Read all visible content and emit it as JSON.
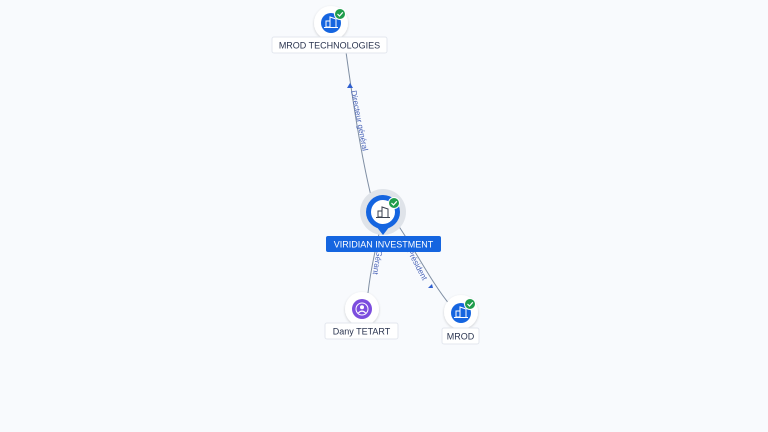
{
  "colors": {
    "primary": "#1565e0",
    "verified": "#1f9d4c",
    "person": "#7c4dde",
    "edge": "#7f8ea3",
    "edge_label": "#4a64b8"
  },
  "nodes": {
    "mrod_technologies": {
      "label": "MROD TECHNOLOGIES",
      "icon": "company-icon",
      "verified": true
    },
    "viridian": {
      "label": "VIRIDIAN INVESTMENT",
      "icon": "company-icon",
      "verified": true,
      "selected": true
    },
    "dany": {
      "label": "Dany TETART",
      "icon": "person-icon"
    },
    "mrod": {
      "label": "MROD",
      "icon": "company-icon",
      "verified": true
    }
  },
  "edges": {
    "e1": {
      "label": "Directeur général"
    },
    "e2": {
      "label": "Gérant"
    },
    "e3": {
      "label": "Président"
    }
  }
}
